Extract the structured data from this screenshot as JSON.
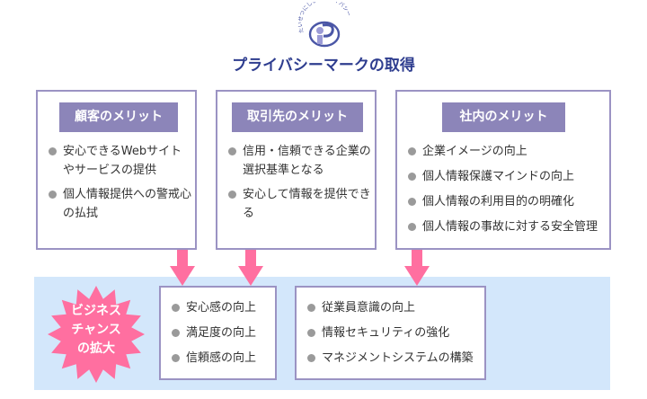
{
  "logo": {
    "icon": "privacy-mark-logo-icon",
    "arc_text": "たいせつにしますプライバシー"
  },
  "title": "プライバシーマークの取得",
  "colors": {
    "title": "#2e3d8f",
    "box_border": "#9b93c3",
    "header_fill": "#8c85b9",
    "arrow": "#ff6fa0",
    "band": "#d3e7fb",
    "bullet": "#9a9a9a"
  },
  "merit_boxes": [
    {
      "header": "顧客のメリット",
      "items": [
        "安心できるWebサイトやサービスの提供",
        "個人情報提供への警戒心の払拭"
      ]
    },
    {
      "header": "取引先のメリット",
      "items": [
        "信用・信頼できる企業の選択基準となる",
        "安心して情報を提供できる"
      ]
    },
    {
      "header": "社内のメリット",
      "items": [
        "企業イメージの向上",
        "個人情報保護マインドの向上",
        "個人情報の利用目的の明確化",
        "個人情報の事故に対する安全管理"
      ]
    }
  ],
  "result": {
    "badge_lines": [
      "ビジネス",
      "チャンス",
      "の拡大"
    ],
    "external_box": {
      "items": [
        "安心感の向上",
        "満足度の向上",
        "信頼感の向上"
      ]
    },
    "internal_box": {
      "items": [
        "従業員意識の向上",
        "情報セキュリティの強化",
        "マネジメントシステムの構築"
      ]
    }
  }
}
